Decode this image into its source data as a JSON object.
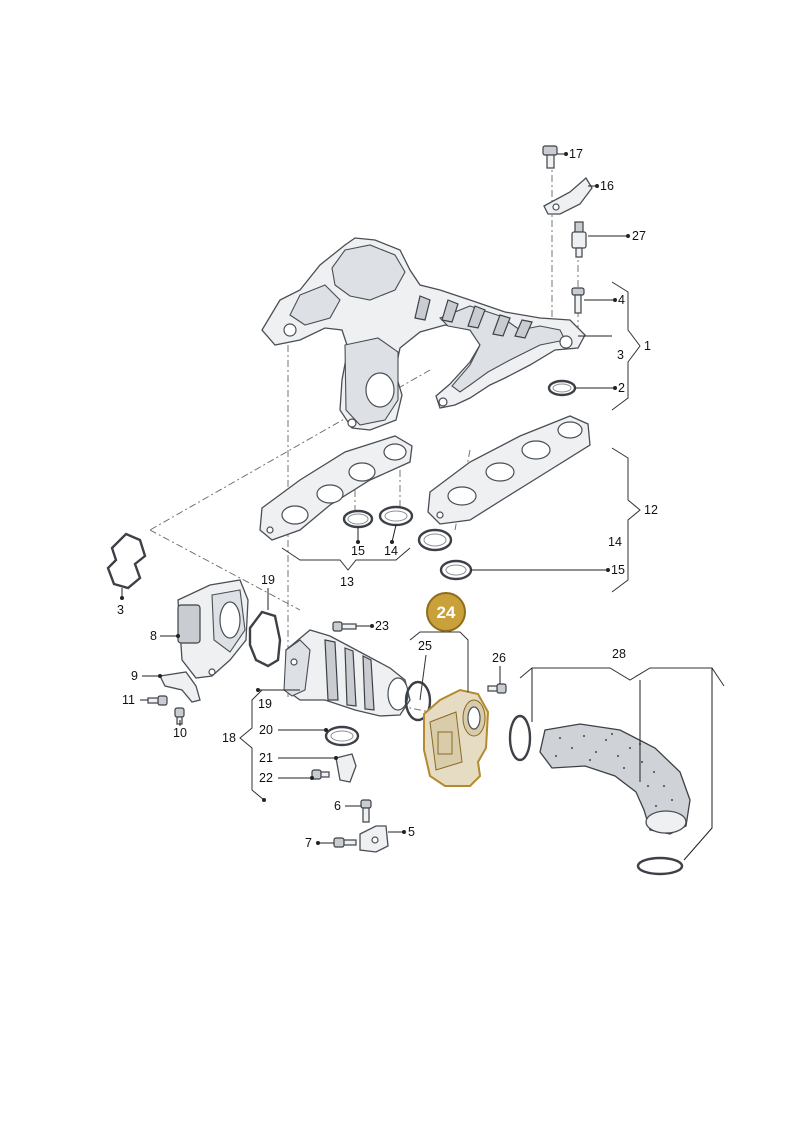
{
  "diagram": {
    "highlighted_part": "24",
    "callouts": [
      {
        "id": "c1",
        "text": "1"
      },
      {
        "id": "c2",
        "text": "2"
      },
      {
        "id": "c3a",
        "text": "3"
      },
      {
        "id": "c3b",
        "text": "3"
      },
      {
        "id": "c4",
        "text": "4"
      },
      {
        "id": "c5",
        "text": "5"
      },
      {
        "id": "c6",
        "text": "6"
      },
      {
        "id": "c7",
        "text": "7"
      },
      {
        "id": "c8",
        "text": "8"
      },
      {
        "id": "c9",
        "text": "9"
      },
      {
        "id": "c10",
        "text": "10"
      },
      {
        "id": "c11",
        "text": "11"
      },
      {
        "id": "c12",
        "text": "12"
      },
      {
        "id": "c13",
        "text": "13"
      },
      {
        "id": "c14a",
        "text": "14"
      },
      {
        "id": "c14b",
        "text": "14"
      },
      {
        "id": "c15a",
        "text": "15"
      },
      {
        "id": "c15b",
        "text": "15"
      },
      {
        "id": "c16",
        "text": "16"
      },
      {
        "id": "c17",
        "text": "17"
      },
      {
        "id": "c18",
        "text": "18"
      },
      {
        "id": "c19a",
        "text": "19"
      },
      {
        "id": "c19b",
        "text": "19"
      },
      {
        "id": "c20",
        "text": "20"
      },
      {
        "id": "c21",
        "text": "21"
      },
      {
        "id": "c22",
        "text": "22"
      },
      {
        "id": "c23",
        "text": "23"
      },
      {
        "id": "c25",
        "text": "25"
      },
      {
        "id": "c26",
        "text": "26"
      },
      {
        "id": "c27",
        "text": "27"
      },
      {
        "id": "c28",
        "text": "28"
      }
    ],
    "colors": {
      "highlight": "#c9a03a",
      "highlight_part_fill": "#e6dcc4",
      "line": "#222222",
      "part_fill": "#eef0f2"
    }
  }
}
